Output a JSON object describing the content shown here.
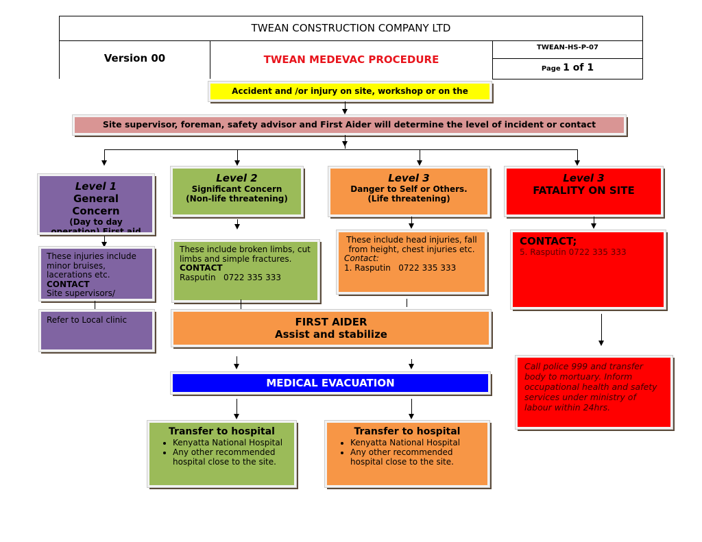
{
  "header": {
    "company": "TWEAN CONSTRUCTION COMPANY LTD",
    "version": "Version 00",
    "title": "TWEAN MEDEVAC PROCEDURE",
    "doc_code": "TWEAN-HS-P-07",
    "page_label": "Page",
    "page_value": "1 of 1"
  },
  "colors": {
    "title": "#e8141c",
    "level1": "#8064a2",
    "level2": "#9bbb59",
    "level3": "#f79646",
    "fatality": "#ff0000",
    "evac": "#0000ff",
    "start": "#ffff00",
    "assess": "#d99594"
  },
  "flow": {
    "start": "Accident and /or injury on site, workshop or on the",
    "assess": "Site supervisor, foreman, safety advisor and First Aider will determine the level of incident or contact",
    "level1": {
      "title": "Level 1",
      "line1": "General",
      "line2": "Concern",
      "line3": "(Day to day",
      "line4": "operation) First aid",
      "details": "These injuries include minor bruises, lacerations etc.",
      "contact_label": "CONTACT",
      "contact": "Site supervisors/",
      "action": "Refer to Local clinic"
    },
    "level2": {
      "title": "Level 2",
      "line1": "Significant Concern",
      "line2": "(Non-life threatening)",
      "details": "These include broken limbs, cut limbs and simple fractures.",
      "contact_label": "CONTACT",
      "contact": "Rasputin   0722 335 333"
    },
    "level3": {
      "title": "Level 3",
      "line1": "Danger to Self or Others.",
      "line2": "(Life threatening)",
      "details": "These include head injuries, fall from height, chest injuries etc.",
      "contact_label": "Contact:",
      "contact": "1. Rasputin   0722 335 333"
    },
    "fatality": {
      "title": "Level 3",
      "line1": "FATALITY ON SITE",
      "contact_label": "CONTACT;",
      "contact": "5. Rasputin 0722 335 333",
      "action": "Call police 999 and transfer body to mortuary. Inform occupational health and safety services under ministry of labour within 24hrs."
    },
    "first_aider": {
      "line1": "FIRST AIDER",
      "line2": "Assist and stabilize"
    },
    "evac": "MEDICAL EVACUATION",
    "transfer_left": {
      "title": "Transfer to hospital",
      "items": [
        "Kenyatta National Hospital",
        "Any other recommended hospital close to the site."
      ]
    },
    "transfer_right": {
      "title": "Transfer to hospital",
      "items": [
        "Kenyatta National Hospital",
        "Any other recommended hospital close to the site."
      ]
    }
  }
}
